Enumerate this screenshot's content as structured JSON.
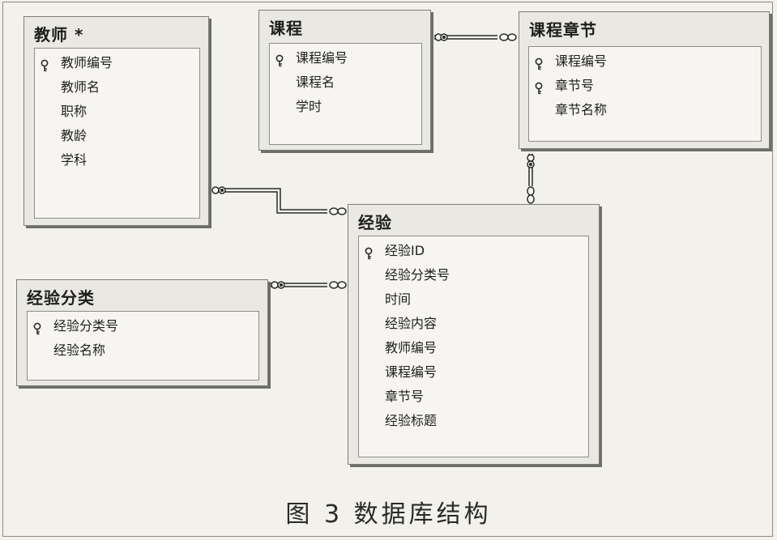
{
  "caption": "图 3   数据库结构",
  "tables": {
    "teacher": {
      "title": "教师 *",
      "fields": [
        {
          "name": "教师编号",
          "key": true
        },
        {
          "name": "教师名",
          "key": false
        },
        {
          "name": "职称",
          "key": false
        },
        {
          "name": "教龄",
          "key": false
        },
        {
          "name": "学科",
          "key": false
        }
      ]
    },
    "course": {
      "title": "课程",
      "fields": [
        {
          "name": "课程编号",
          "key": true
        },
        {
          "name": "课程名",
          "key": false
        },
        {
          "name": "学时",
          "key": false
        }
      ]
    },
    "chapter": {
      "title": "课程章节",
      "fields": [
        {
          "name": "课程编号",
          "key": true
        },
        {
          "name": "章节号",
          "key": true
        },
        {
          "name": "章节名称",
          "key": false
        }
      ]
    },
    "experience": {
      "title": "经验",
      "fields": [
        {
          "name": "经验ID",
          "key": true
        },
        {
          "name": "经验分类号",
          "key": false
        },
        {
          "name": "时间",
          "key": false
        },
        {
          "name": "经验内容",
          "key": false
        },
        {
          "name": "教师编号",
          "key": false
        },
        {
          "name": "课程编号",
          "key": false
        },
        {
          "name": "章节号",
          "key": false
        },
        {
          "name": "经验标题",
          "key": false
        }
      ]
    },
    "category": {
      "title": "经验分类",
      "fields": [
        {
          "name": "经验分类号",
          "key": true
        },
        {
          "name": "经验名称",
          "key": false
        }
      ]
    }
  },
  "relationships": [
    {
      "from": "course",
      "to": "chapter"
    },
    {
      "from": "teacher",
      "to": "experience"
    },
    {
      "from": "chapter",
      "to": "experience"
    },
    {
      "from": "category",
      "to": "experience"
    }
  ]
}
